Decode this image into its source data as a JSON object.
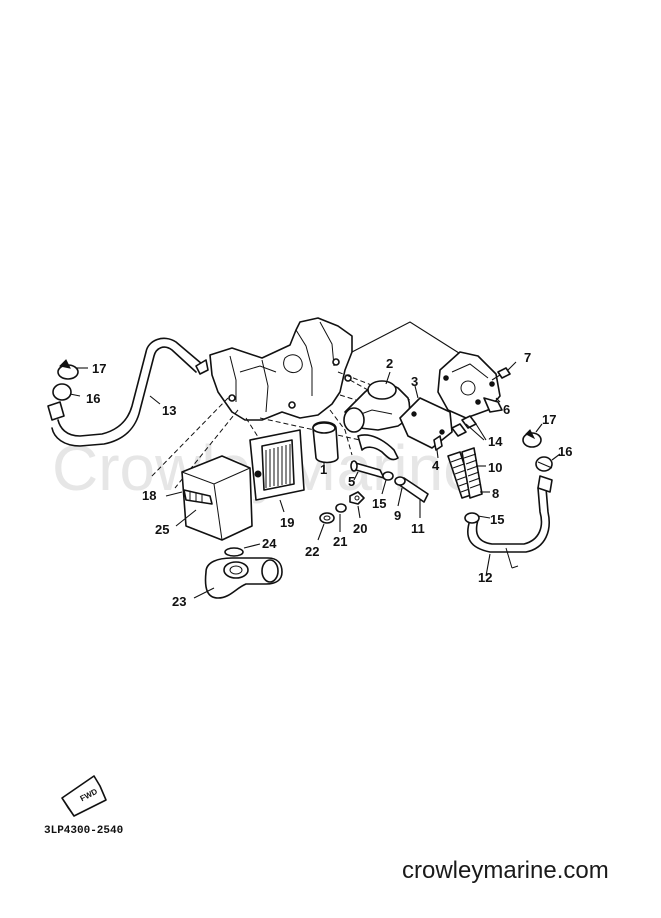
{
  "diagram_code": "3LP4300-2540",
  "site_footer": "crowleymarine.com",
  "watermark": "CrowleyMarine",
  "fwd_label": "FWD",
  "callouts": [
    "1",
    "2",
    "3",
    "4",
    "5",
    "6",
    "7",
    "8",
    "9",
    "10",
    "11",
    "12",
    "13",
    "14",
    "15",
    "15",
    "16",
    "16",
    "17",
    "17",
    "18",
    "19",
    "20",
    "21",
    "22",
    "23",
    "24",
    "25"
  ]
}
